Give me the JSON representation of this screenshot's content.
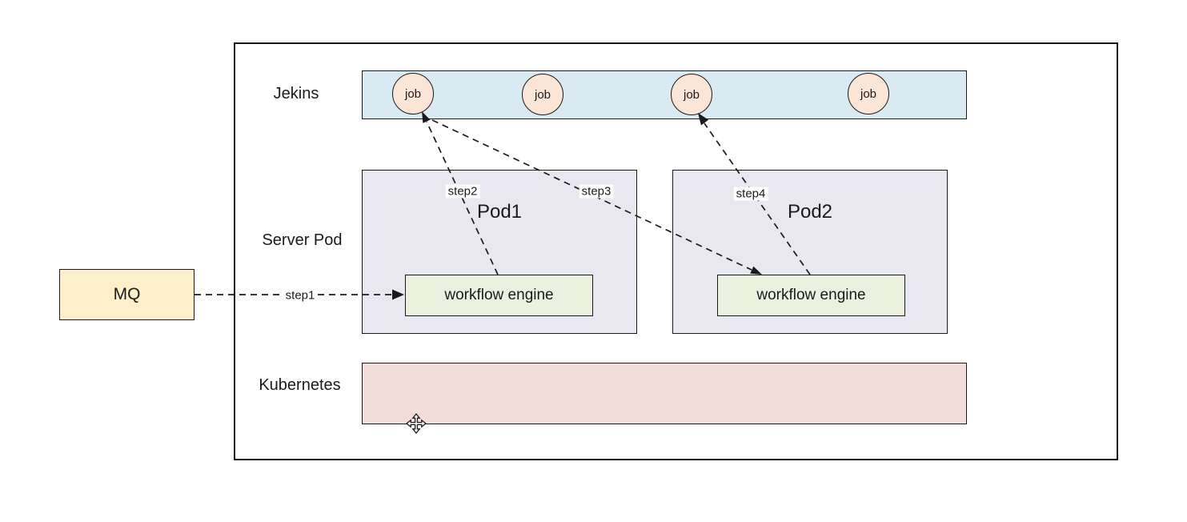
{
  "labels": {
    "jenkins": "Jekins",
    "server_pod": "Server Pod",
    "kubernetes": "Kubernetes"
  },
  "mq": {
    "label": "MQ"
  },
  "jenkins_row": {
    "jobs": [
      "job",
      "job",
      "job",
      "job"
    ]
  },
  "pods": [
    {
      "name": "Pod1",
      "engine_label": "workflow engine"
    },
    {
      "name": "Pod2",
      "engine_label": "workflow engine"
    }
  ],
  "arrows": [
    {
      "label": "step1",
      "from": "MQ",
      "to": "Pod1 workflow engine",
      "style": "dashed"
    },
    {
      "label": "step2",
      "from": "Pod1 workflow engine",
      "to": "Jenkins job 1",
      "style": "dashed"
    },
    {
      "label": "step3",
      "from": "Jenkins job 1",
      "to": "Pod2 workflow engine",
      "style": "dashed"
    },
    {
      "label": "step4",
      "from": "Pod2 workflow engine",
      "to": "Jenkins job 3",
      "style": "dashed"
    }
  ],
  "cursor": {
    "icon": "move-cursor"
  },
  "colors": {
    "jenkins_bar": "#daeaf2",
    "job_circle": "#fbe5d6",
    "pod_box": "#e9e8f0",
    "workflow_engine": "#eaf1de",
    "mq_box": "#fef0cb",
    "kubernetes_bar": "#f2dddb",
    "stroke": "#1a1a1a"
  }
}
